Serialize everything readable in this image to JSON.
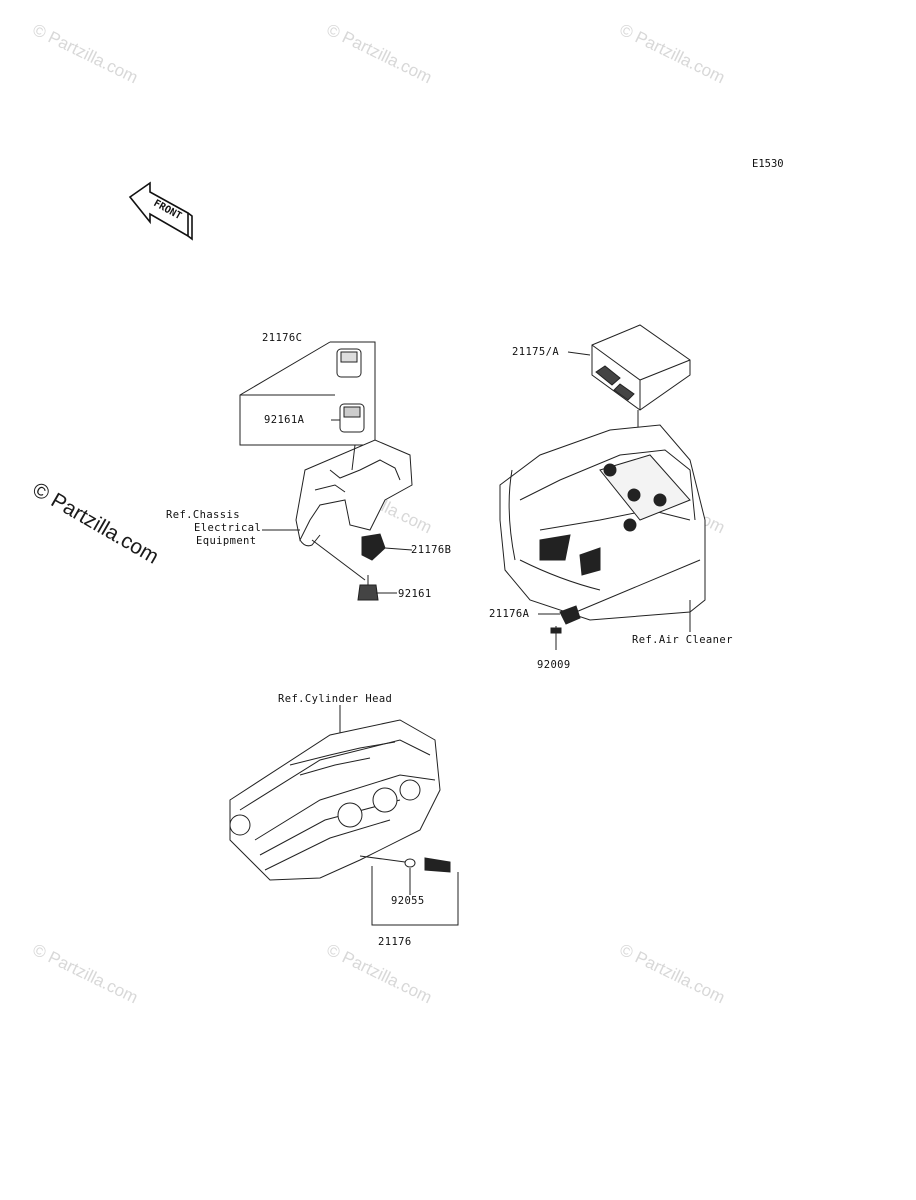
{
  "diagram_code": "E1530",
  "front_label": "FRONT",
  "watermark": "© Partzilla.com",
  "watermark_side": "© Partzilla.com",
  "parts": {
    "p21176C": "21176C",
    "p92161A": "92161A",
    "ref_chassis": "Ref.Chassis",
    "ref_chassis_2": "Electrical",
    "ref_chassis_3": "Equipment",
    "p21176B": "21176B",
    "p92161": "92161",
    "p21175A": "21175/A",
    "p21176A": "21176A",
    "p92009": "92009",
    "ref_air": "Ref.Air Cleaner",
    "ref_cyl": "Ref.Cylinder Head",
    "p92055": "92055",
    "p21176": "21176"
  }
}
